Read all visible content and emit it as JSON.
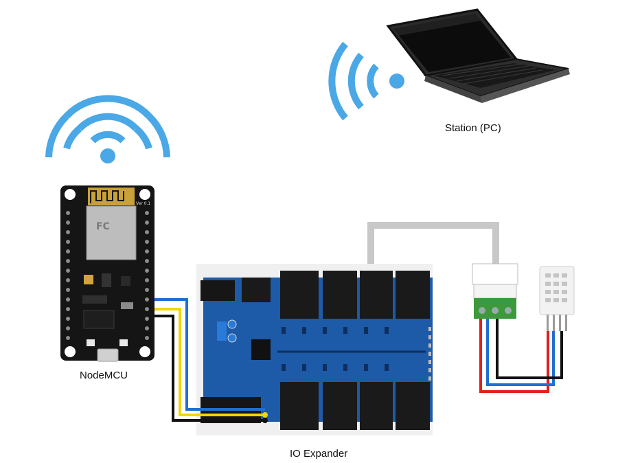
{
  "labels": {
    "nodemcu": "NodeMCU",
    "io_expander": "IO Expander",
    "station": "Station (PC)"
  },
  "board_marks": {
    "nodemcu_version": "Ver 0.1",
    "nodemcu_logo": "FC"
  },
  "colors": {
    "wifi": "#4aa8e6",
    "pcb_black": "#151515",
    "pcb_blue": "#1d5aa8",
    "cable_gray": "#c8c8c8",
    "wire_blue": "#1f6fd1",
    "wire_yellow": "#f2d600",
    "wire_black": "#111111",
    "wire_red": "#e02020",
    "terminal_green": "#3c9a3c"
  },
  "icons": [
    "wifi-icon-nodemcu",
    "wifi-icon-station",
    "laptop-icon",
    "dht-sensor-icon"
  ]
}
